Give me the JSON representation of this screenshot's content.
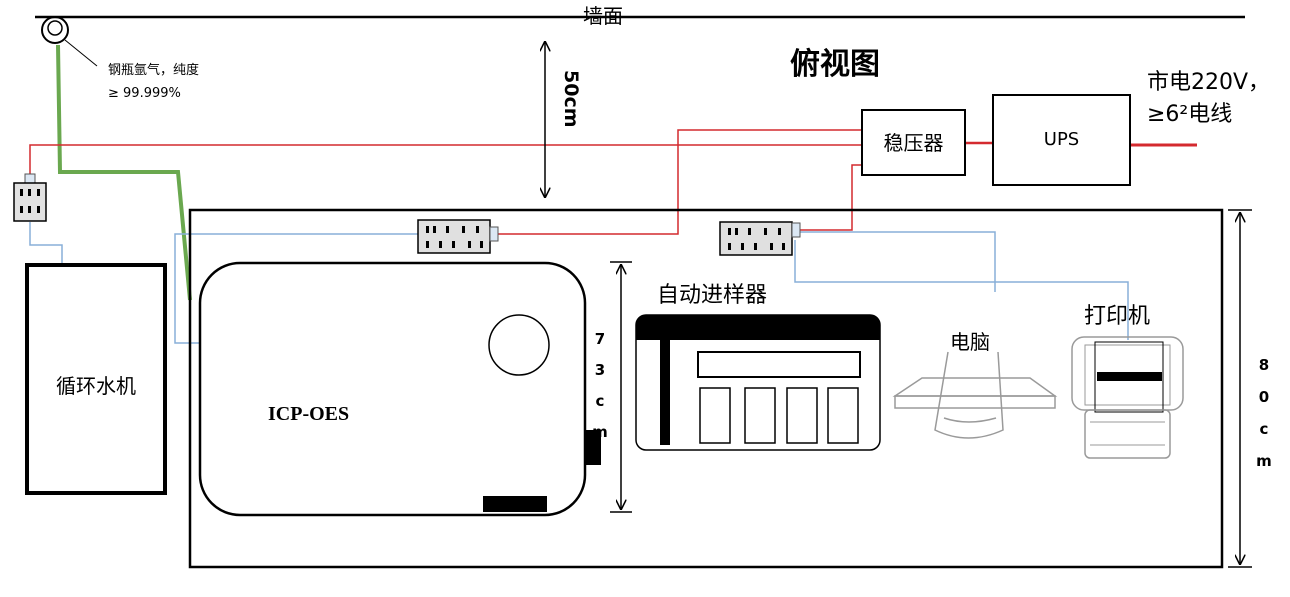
{
  "title": "俯视图",
  "wall_label": "墙面",
  "argon": {
    "line1": "钢瓶氩气，纯度",
    "line2": "≥ 99.999%"
  },
  "distance_to_wall": "50cm",
  "regulator": "稳压器",
  "ups": "UPS",
  "mains": {
    "line1": "市电220V，",
    "line2": "≥6²电线"
  },
  "chiller": "循环水机",
  "icp": "ICP-OES",
  "autosampler": "自动进样器",
  "computer": "电脑",
  "printer": "打印机",
  "icp_depth": "73cm",
  "table_depth": "80cm",
  "colors": {
    "power_cable": "#d42a2f",
    "signal_cable": "#88afd8",
    "gas_line": "#6aa84f",
    "outline": "#000000",
    "device_grey": "#9a9a9a"
  }
}
